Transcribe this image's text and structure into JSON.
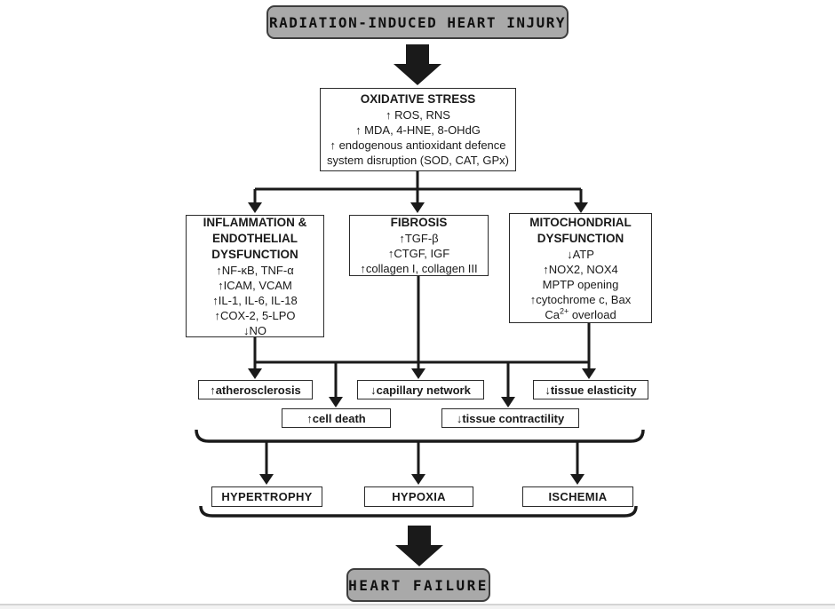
{
  "top_box": {
    "label": "RADIATION-INDUCED HEART INJURY"
  },
  "oxidative": {
    "title": "OXIDATIVE STRESS",
    "line1": "↑ ROS, RNS",
    "line2": "↑ MDA, 4-HNE, 8-OHdG",
    "line3": "↑ endogenous antioxidant defence",
    "line4": "system disruption (SOD, CAT, GPx)"
  },
  "inflammation": {
    "title1": "INFLAMMATION &",
    "title2": "ENDOTHELIAL",
    "title3": "DYSFUNCTION",
    "line1": "↑NF-κB, TNF-α",
    "line2": "↑ICAM, VCAM",
    "line3": "↑IL-1, IL-6, IL-18",
    "line4": "↑COX-2, 5-LPO",
    "line5": "↓NO"
  },
  "fibrosis": {
    "title": "FIBROSIS",
    "line1": "↑TGF-β",
    "line2": "↑CTGF, IGF",
    "line3": "↑collagen I, collagen III"
  },
  "mitochondrial": {
    "title1": "MITOCHONDRIAL",
    "title2": "DYSFUNCTION",
    "line1": "↓ATP",
    "line2": "↑NOX2, NOX4",
    "line3": "MPTP opening",
    "line4": "↑cytochrome c, Bax",
    "line5a": "Ca",
    "line5sup": "2+",
    "line5b": " overload"
  },
  "effects": {
    "atherosclerosis": "↑atherosclerosis",
    "cell_death": "↑cell death",
    "capillary": "↓capillary network",
    "contractility": "↓tissue contractility",
    "elasticity": "↓tissue elasticity"
  },
  "outcomes": {
    "hypertrophy": "HYPERTROPHY",
    "hypoxia": "HYPOXIA",
    "ischemia": "ISCHEMIA"
  },
  "bottom_box": {
    "label": "HEART FAILURE"
  },
  "colors": {
    "terminal_fill": "#a9a9a9",
    "line": "#1a1a1a",
    "box_border": "#2b2b2b",
    "page_rule": "#d4d4d4"
  }
}
